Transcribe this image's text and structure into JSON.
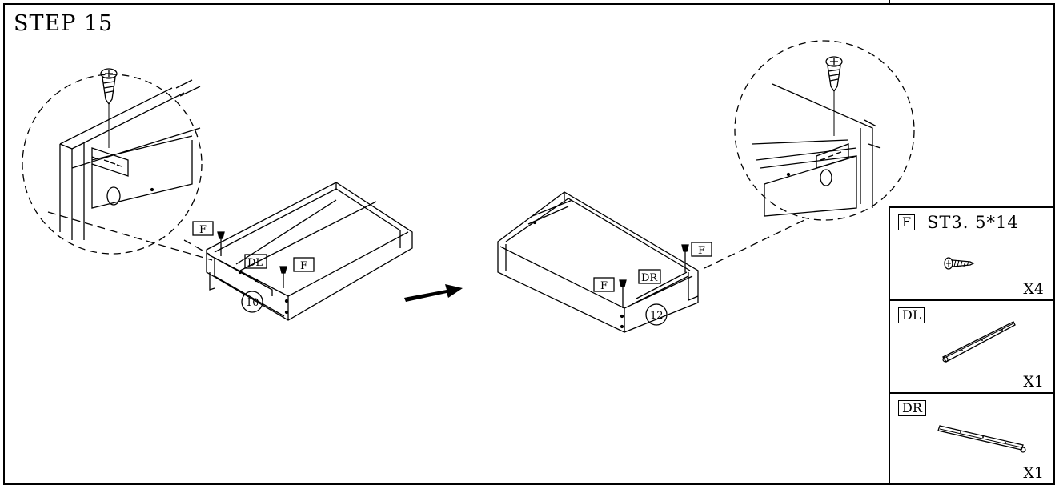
{
  "step": {
    "title": "STEP 15"
  },
  "callouts": {
    "left": {
      "screw_label": "F",
      "screw_label2": "F",
      "rail_label": "DL",
      "panel_number": "10"
    },
    "right": {
      "screw_label": "F",
      "screw_label2": "F",
      "rail_label": "DR",
      "panel_number": "12"
    }
  },
  "parts": [
    {
      "code": "F",
      "spec": "ST3. 5*14",
      "quantity": "X4",
      "icon": "screw-icon"
    },
    {
      "code": "DL",
      "spec": "",
      "quantity": "X1",
      "icon": "rail-left-icon"
    },
    {
      "code": "DR",
      "spec": "",
      "quantity": "X1",
      "icon": "rail-right-icon"
    }
  ]
}
